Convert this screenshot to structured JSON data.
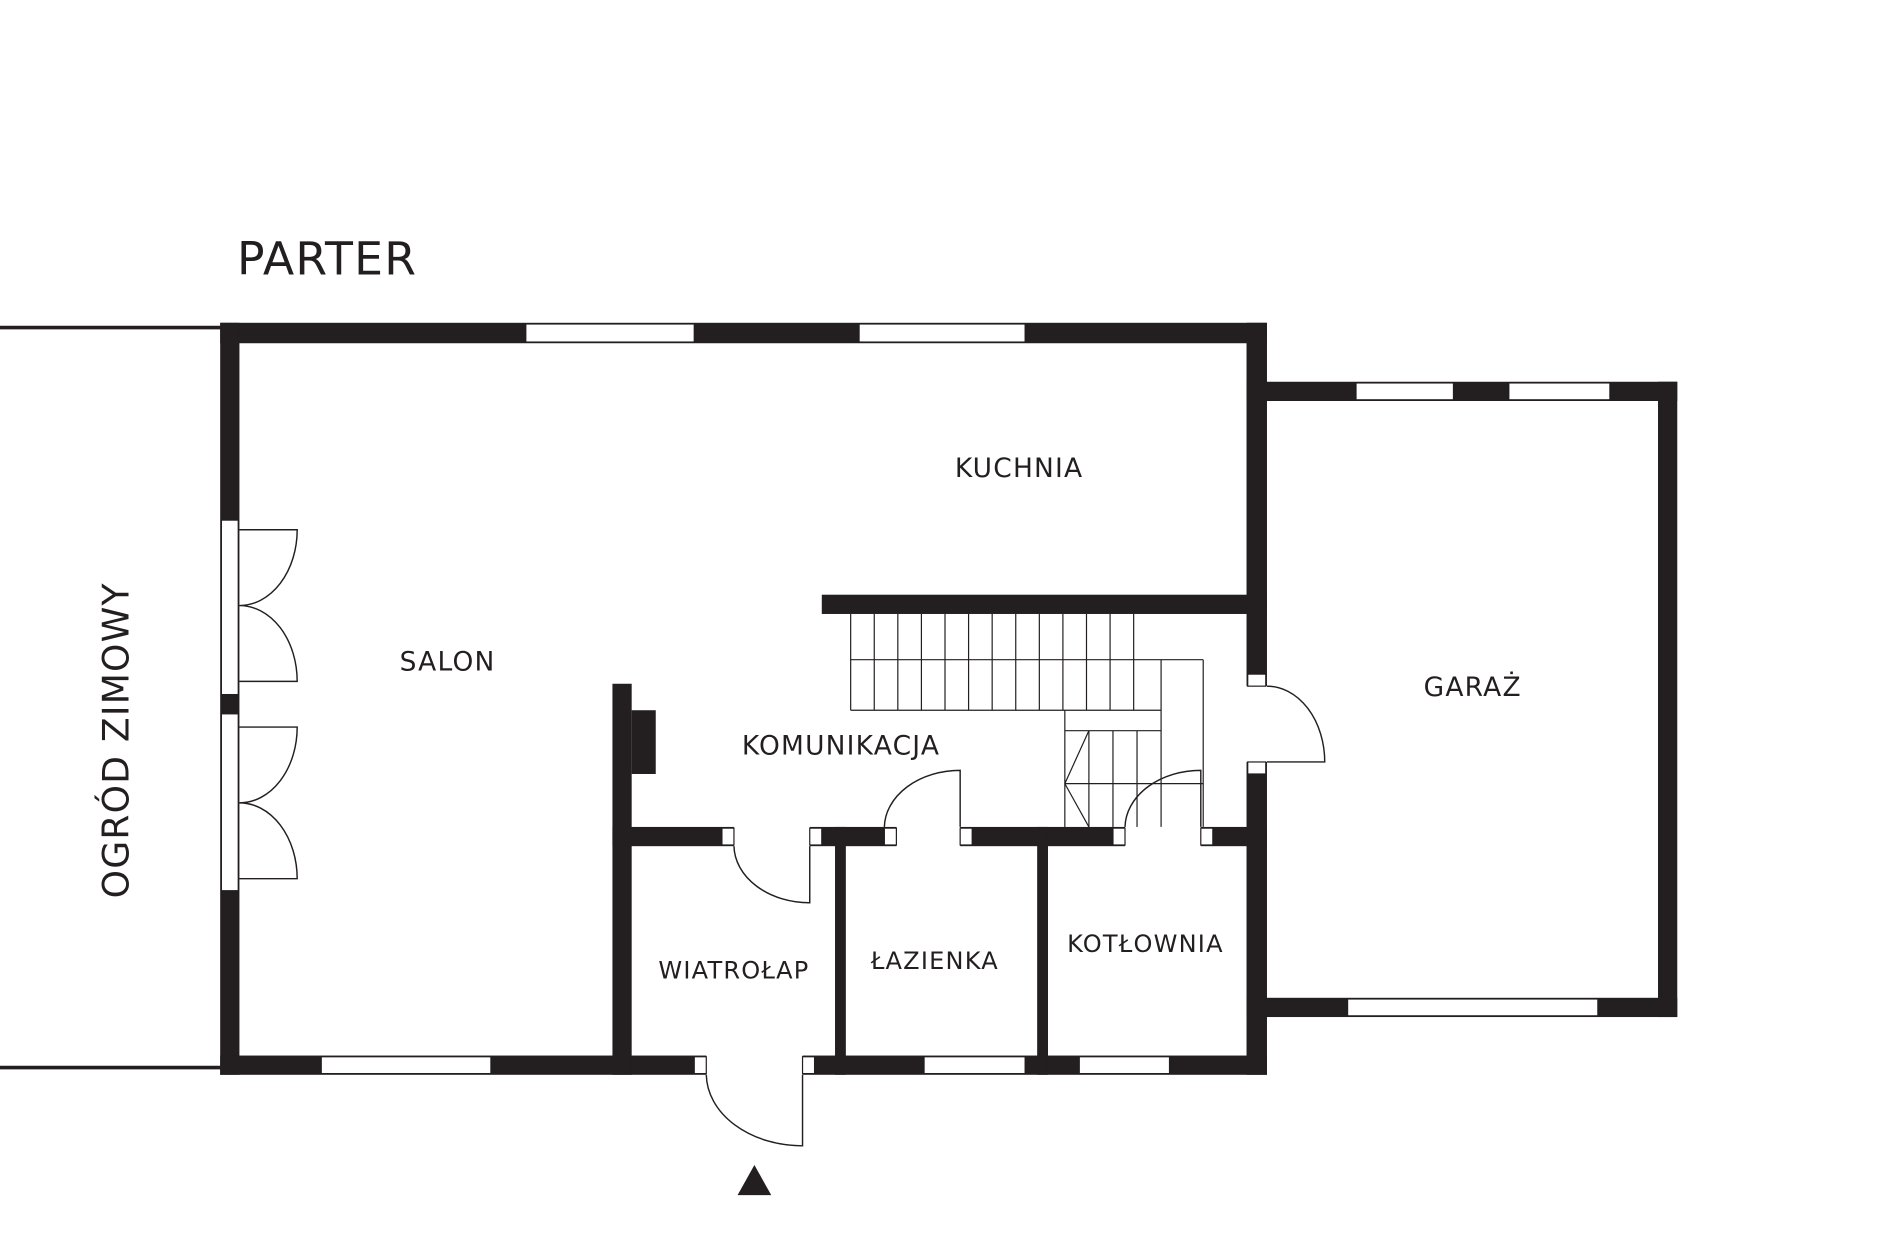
{
  "title": "PARTER",
  "outside_label": "OGRÓD ZIMOWY",
  "rooms": {
    "salon": "SALON",
    "kuchnia": "KUCHNIA",
    "komunikacja": "KOMUNIKACJA",
    "garaz": "GARAŻ",
    "wiatrolap": "WIATROŁAP",
    "lazienka": "ŁAZIENKA",
    "kotlownia": "KOTŁOWNIA"
  },
  "colors": {
    "wall": "#231f20",
    "background": "#ffffff"
  }
}
